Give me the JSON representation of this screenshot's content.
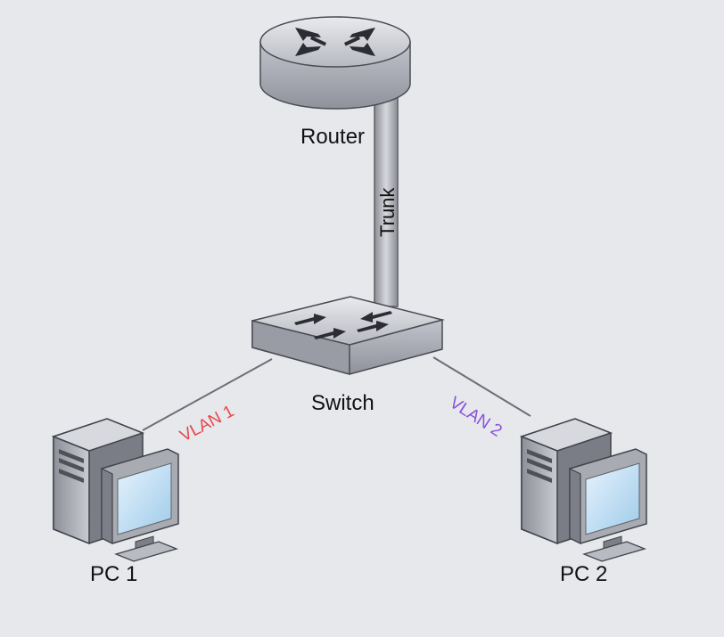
{
  "nodes": {
    "router": {
      "label": "Router"
    },
    "switch": {
      "label": "Switch"
    },
    "pc1": {
      "label": "PC 1"
    },
    "pc2": {
      "label": "PC 2"
    }
  },
  "links": {
    "trunk": {
      "label": "Trunk"
    },
    "vlan1": {
      "label": "VLAN 1",
      "color": "#e8474b"
    },
    "vlan2": {
      "label": "VLAN 2",
      "color": "#8a4fe0"
    }
  },
  "colors": {
    "background": "#e6e8ec",
    "device_gray": "#a7a9b1",
    "screen_blue": "#bcdcf4"
  }
}
